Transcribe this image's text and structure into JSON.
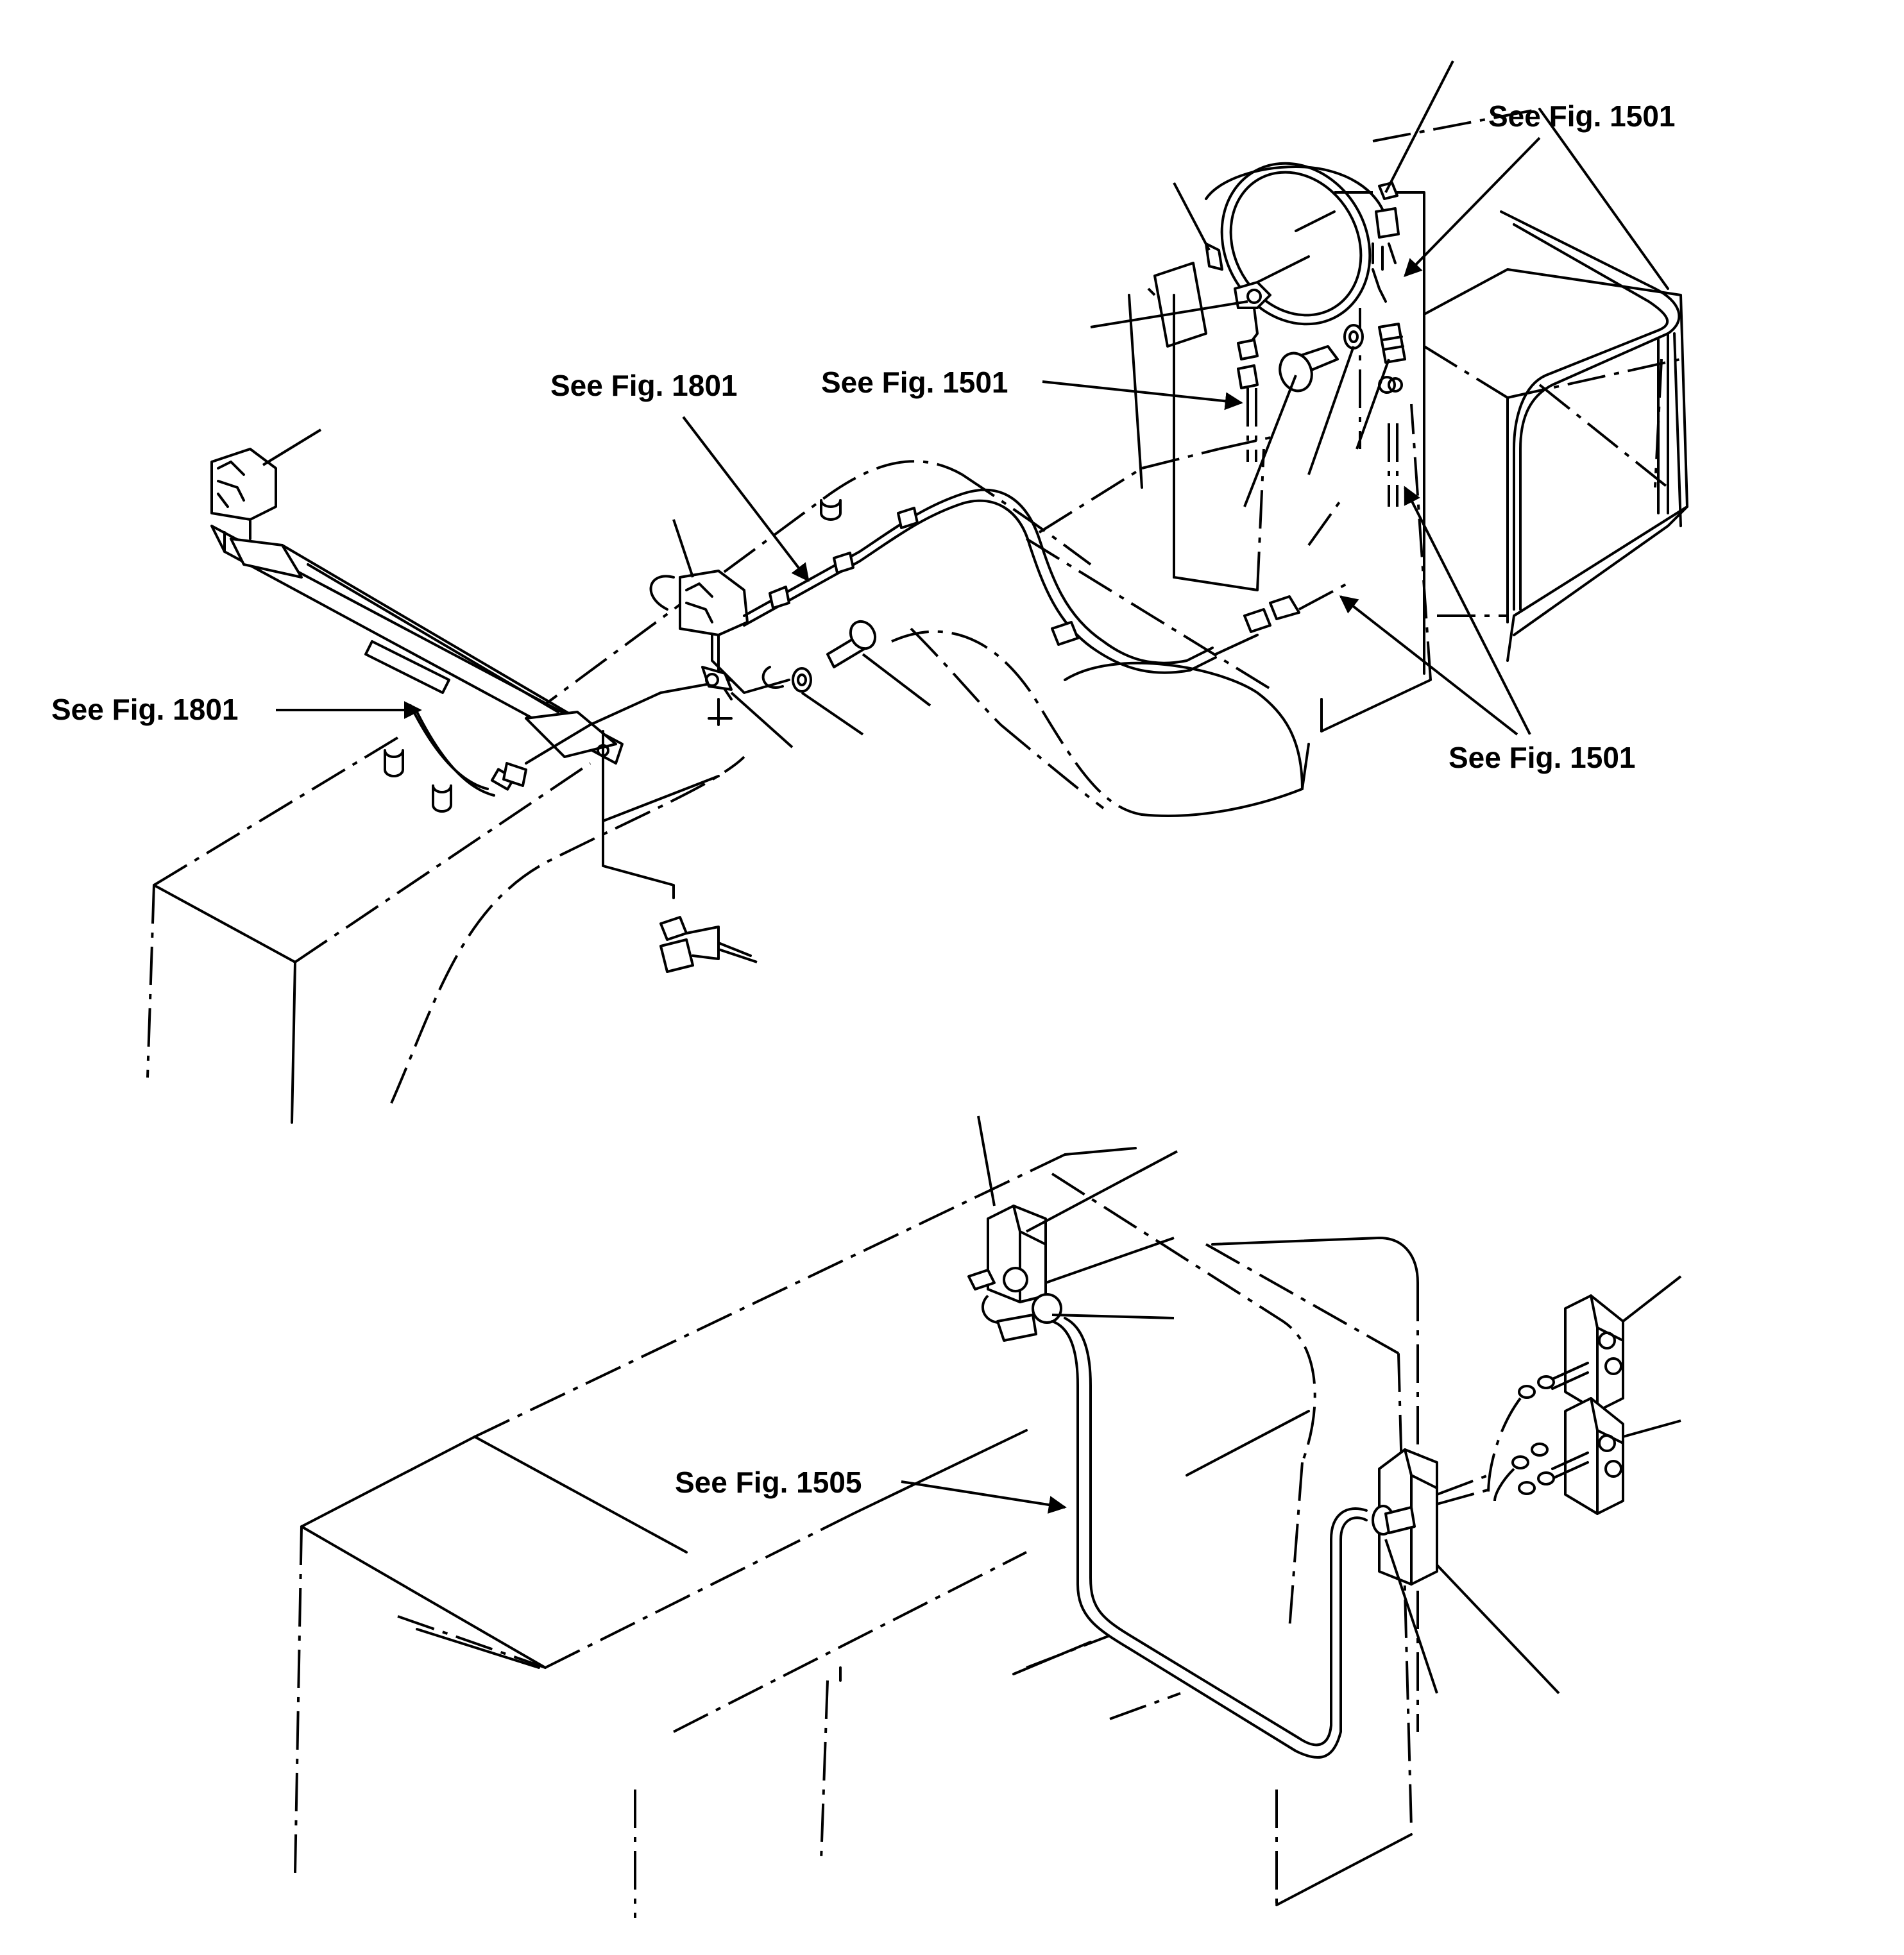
{
  "figure": {
    "callouts": {
      "top_right_1501": "See Fig. 1501",
      "mid_1501": "See Fig. 1501",
      "top_1801": "See Fig. 1801",
      "left_1801": "See Fig. 1801",
      "bottom_right_1501": "See Fig. 1501",
      "lower_1505": "See Fig. 1505"
    }
  }
}
